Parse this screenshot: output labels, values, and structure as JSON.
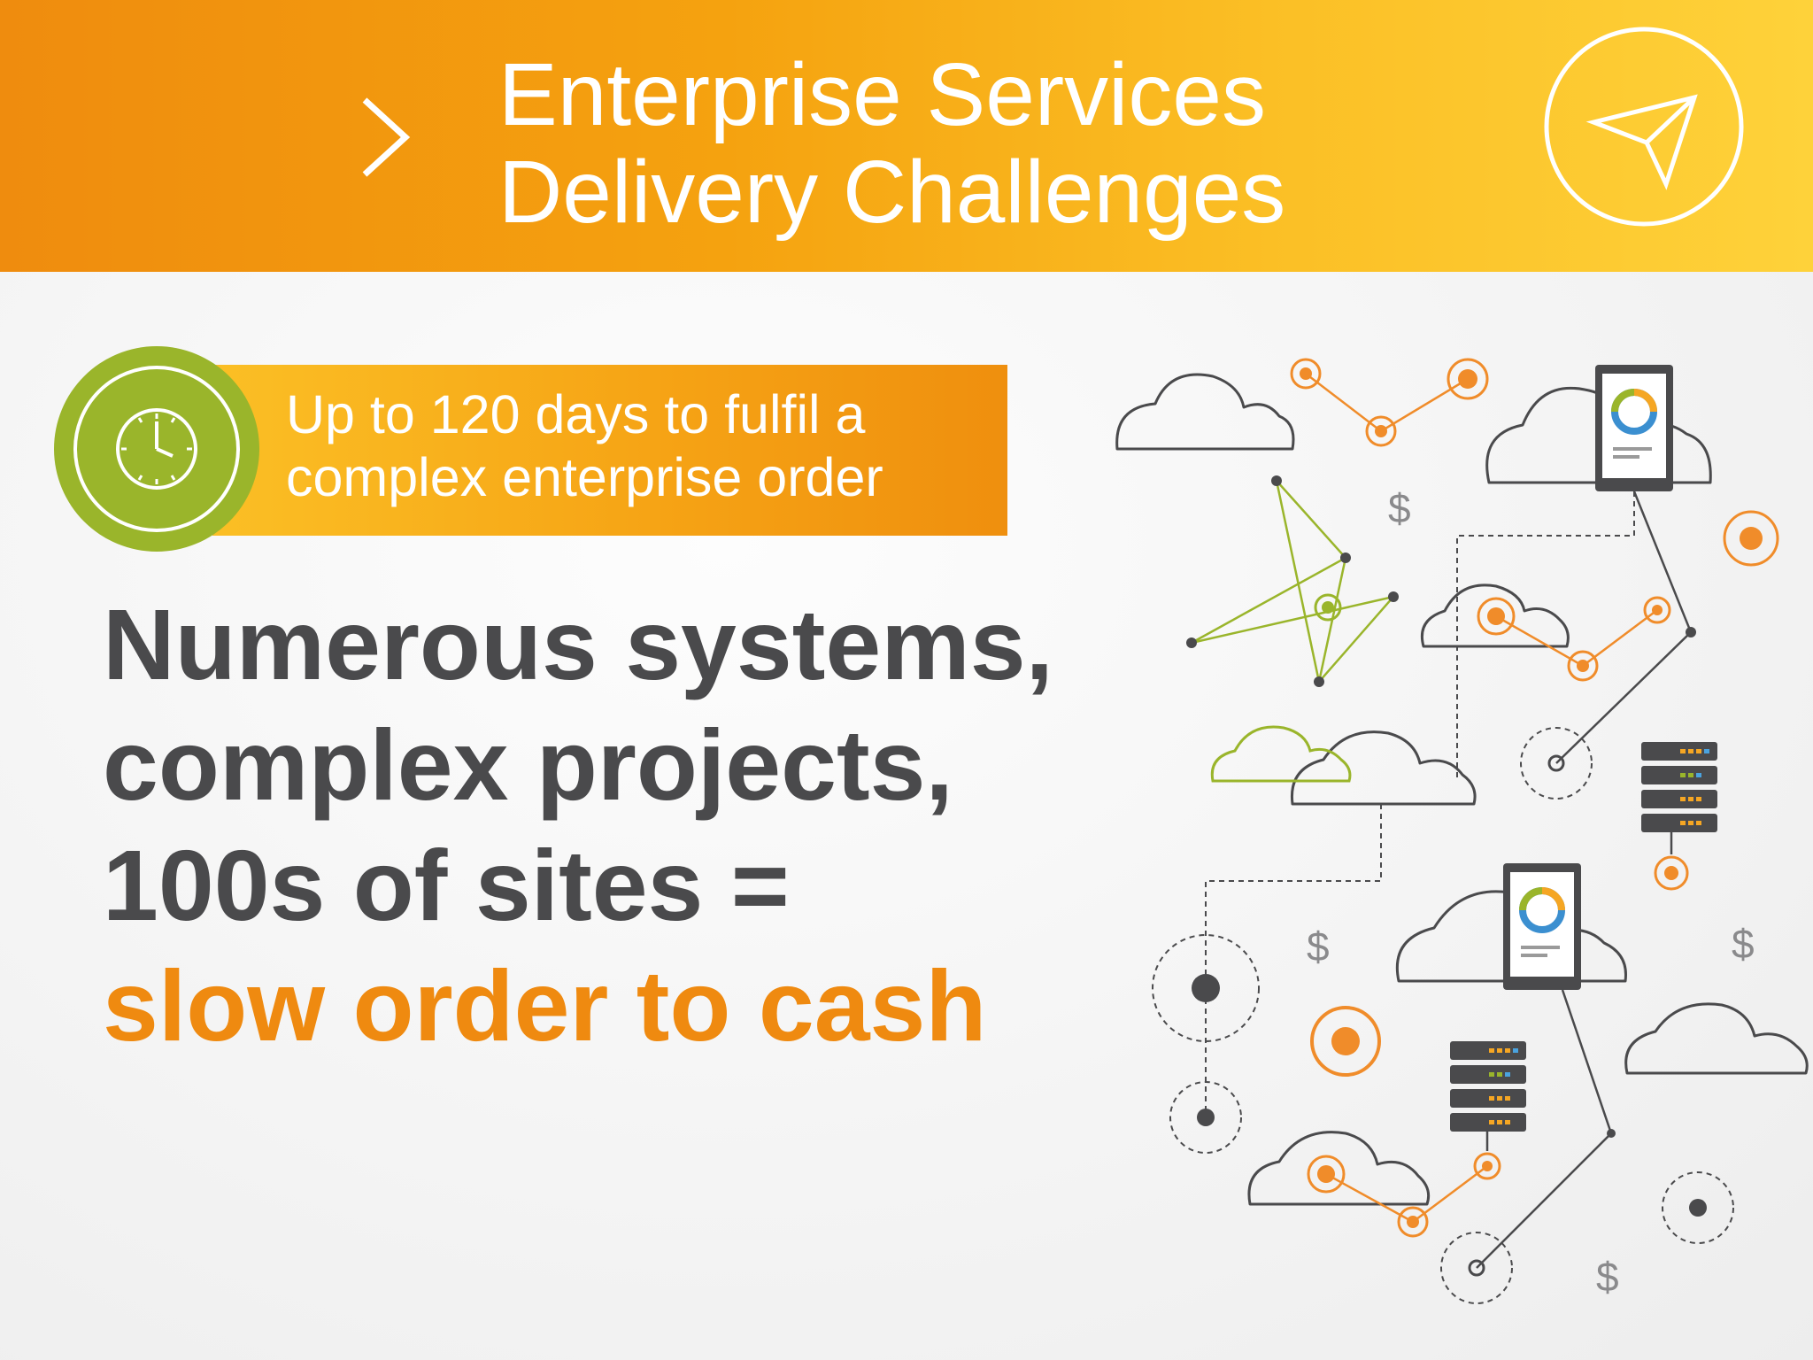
{
  "header": {
    "title_line1": "Enterprise Services",
    "title_line2": "Delivery Challenges",
    "chevron_icon": "chevron-right-icon",
    "action_icon": "paper-plane-icon"
  },
  "badge": {
    "icon": "clock-icon",
    "line1": "Up to 120 days to fulfil a",
    "line2": "complex enterprise order"
  },
  "headline": {
    "line1": "Numerous systems,",
    "line2": "complex projects,",
    "line3": "100s of sites =",
    "line4": "slow order to cash"
  },
  "illustration": {
    "currency_symbol": "$"
  },
  "colors": {
    "brand_orange": "#ef8a10",
    "brand_yellow": "#fed23a",
    "lime": "#9ab52b",
    "text_dark": "#4a4a4c"
  }
}
